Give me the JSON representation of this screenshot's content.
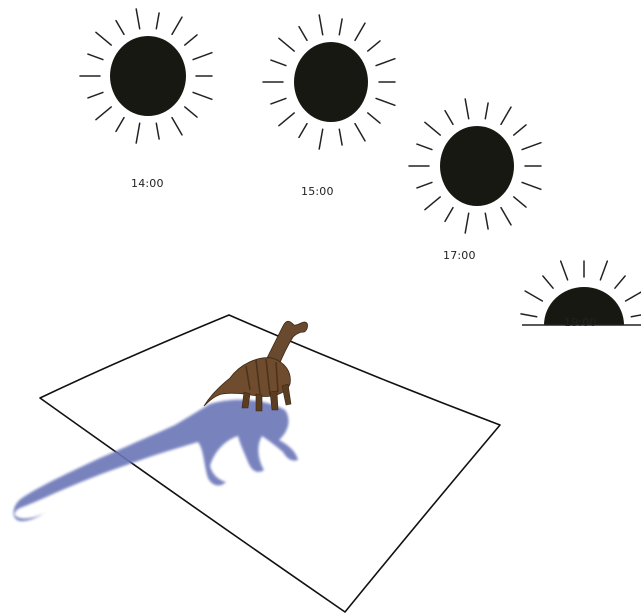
{
  "colors": {
    "sun_fill": "#181812",
    "ray_stroke": "#222222",
    "plane_stroke": "#111111",
    "shadow": "#6b76b8",
    "dinosaur": "#6a4a2e"
  },
  "icons": [
    "sun-icon",
    "setting-sun-icon",
    "dinosaur-figure",
    "shadow-shape"
  ],
  "times": [
    {
      "label": "14:00",
      "sun": "full"
    },
    {
      "label": "15:00",
      "sun": "full"
    },
    {
      "label": "17:00",
      "sun": "full"
    },
    {
      "label": "19:00",
      "sun": "setting"
    }
  ]
}
